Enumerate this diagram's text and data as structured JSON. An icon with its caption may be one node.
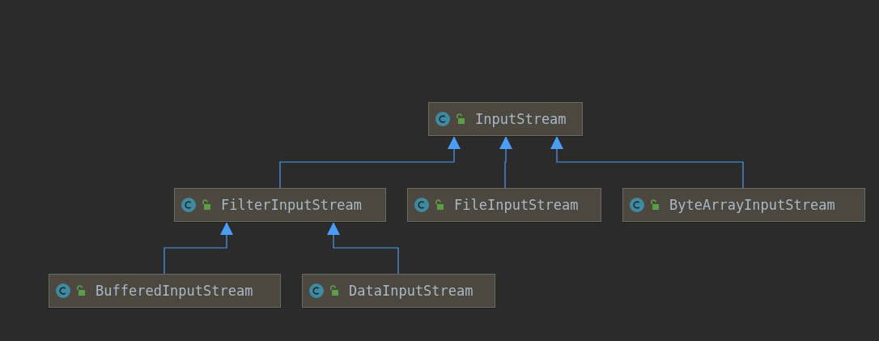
{
  "diagram": {
    "nodes": [
      {
        "text": [
          "InputStream"
        ]
      },
      {
        "text": [
          "FilterInputStream"
        ]
      },
      {
        "text": [
          "FileInputStream"
        ]
      },
      {
        "text": [
          "ByteArrayInputStream"
        ]
      },
      {
        "text": [
          "BufferedInputStream"
        ]
      },
      {
        "text": [
          "DataInputStream"
        ]
      }
    ],
    "edges": [
      {
        "from": 1,
        "to": 0,
        "arrow": "to"
      },
      {
        "from": 2,
        "to": 0,
        "arrow": "to"
      },
      {
        "from": 3,
        "to": 0,
        "arrow": "to"
      },
      {
        "from": 4,
        "to": 1,
        "arrow": "to"
      },
      {
        "from": 5,
        "to": 1,
        "arrow": "to"
      }
    ]
  }
}
